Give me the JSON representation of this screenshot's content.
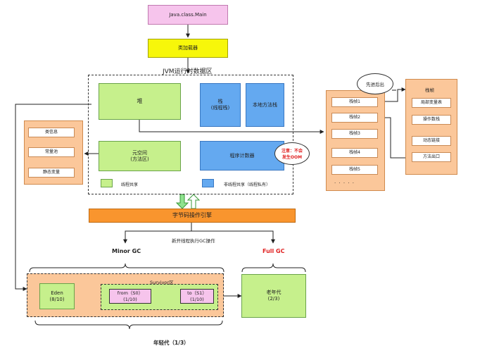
{
  "top": {
    "main": "Java.class.Main",
    "loader": "类加载器"
  },
  "runtime": {
    "title": "JVM运行时数据区",
    "heap": "堆",
    "stack_line1": "栈",
    "stack_line2": "(线程栈)",
    "native_stack": "本地方法栈",
    "meta_line1": "元空间",
    "meta_line2": "(方法区)",
    "pc": "程序计数器",
    "oom_line1": "注意：不会",
    "oom_line2": "发生OOM",
    "legend_shared": "线程共享",
    "legend_private": "非线程共享（线程私有）"
  },
  "method_area": [
    "类信息",
    "常量池",
    "静态变量"
  ],
  "stack_frames": {
    "cloud": "先进后出",
    "frames": [
      "栈帧1",
      "栈帧2",
      "栈帧3",
      "栈帧4",
      "栈帧5"
    ],
    "ellipsis": ". . . . ."
  },
  "frame_detail": {
    "title": "栈帧",
    "items": [
      "局部变量表",
      "操作数栈",
      "动态链接",
      "方法出口"
    ]
  },
  "engine": "字节码操作引擎",
  "gc": {
    "thread_note": "新开线程执行GC操作",
    "minor": "Minor GC",
    "full": "Full GC"
  },
  "young": {
    "survivor": "Survivor区",
    "eden_line1": "Eden",
    "eden_line2": "(8/10)",
    "from_line1": "from（S0）",
    "from_line2": "(1/10)",
    "to_line1": "to（S1）",
    "to_line2": "(1/10)",
    "label": "年轻代（1/3）"
  },
  "old": {
    "line1": "老年代",
    "line2": "(2/3)"
  },
  "colors": {
    "minor_gc": "#222222",
    "full_gc": "#e02020",
    "oom_text": "#e02020"
  }
}
